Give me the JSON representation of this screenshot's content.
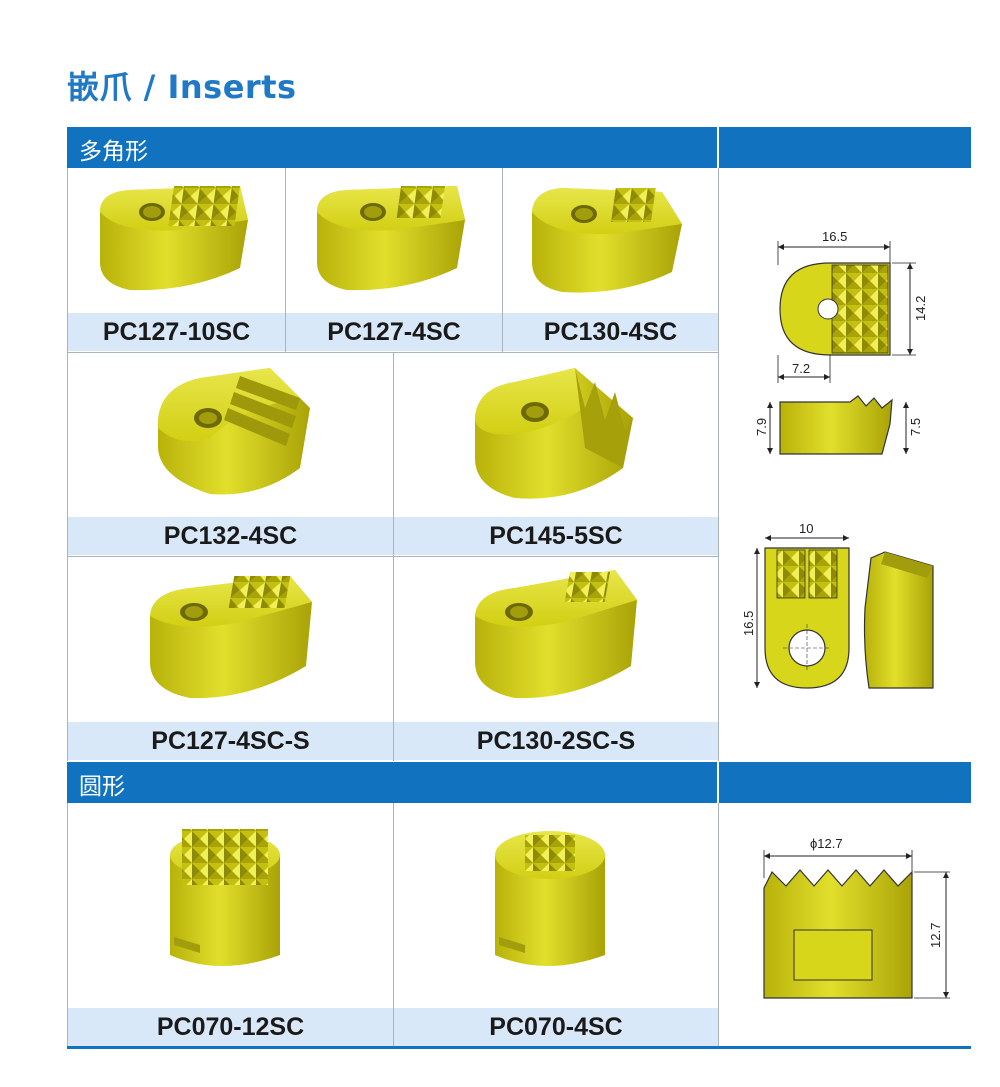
{
  "page_title": "嵌爪 / Inserts",
  "sections": {
    "polygon": {
      "label": "多角形"
    },
    "round": {
      "label": "圆形"
    }
  },
  "products": {
    "p1": "PC127-10SC",
    "p2": "PC127-4SC",
    "p3": "PC130-4SC",
    "p4": "PC132-4SC",
    "p5": "PC145-5SC",
    "p6": "PC127-4SC-S",
    "p7": "PC130-2SC-S",
    "p8": "PC070-12SC",
    "p9": "PC070-4SC"
  },
  "dimensions": {
    "top_width": "16.5",
    "top_height": "14.2",
    "top_offset": "7.2",
    "side_left": "7.9",
    "side_right": "7.5",
    "front_width": "10",
    "front_height": "16.5",
    "round_diameter": "ϕ12.7",
    "round_height": "12.7"
  },
  "colors": {
    "accent_blue": "#1173bf",
    "caption_bg": "#d9e8f8",
    "insert_yellow": "#d8d61a"
  }
}
